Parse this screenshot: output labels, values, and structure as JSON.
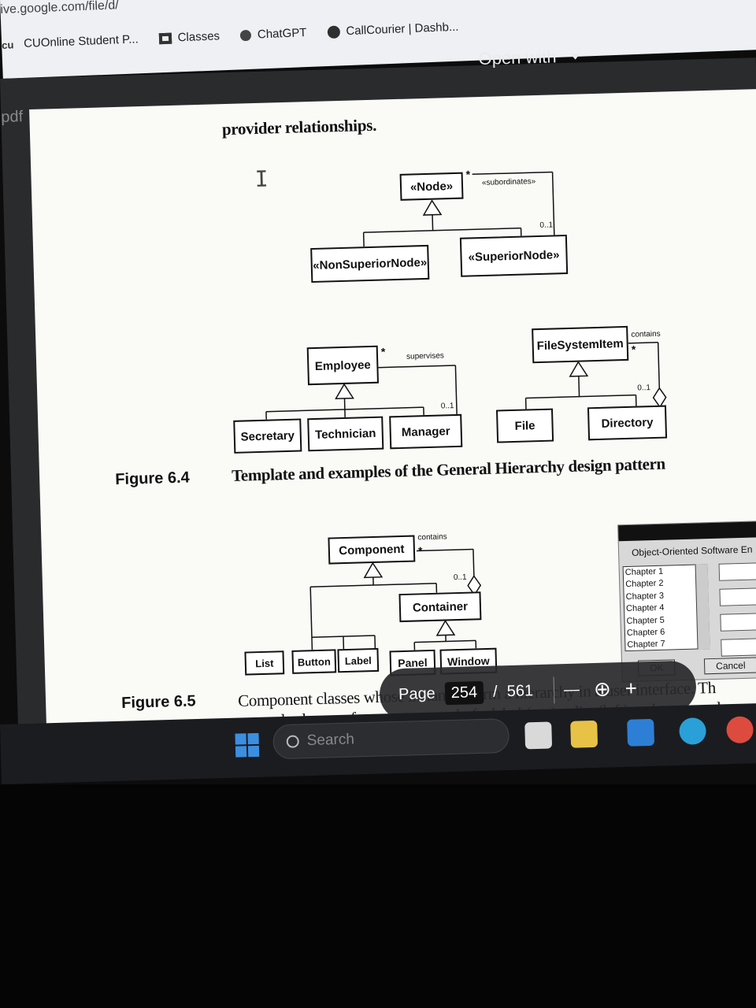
{
  "browser": {
    "url": "ive.google.com/file/d/",
    "bookmarks": [
      {
        "label": "CUOnline Student P...",
        "icon": "cu-logo-icon"
      },
      {
        "label": "Classes",
        "icon": "classroom-icon"
      },
      {
        "label": "ChatGPT",
        "icon": "chatgpt-icon"
      },
      {
        "label": "CallCourier | Dashb...",
        "icon": "globe-icon"
      }
    ]
  },
  "viewer": {
    "file_ext": "pdf",
    "open_with": "Open with"
  },
  "document": {
    "intro_line": "provider relationships.",
    "fig64": {
      "template": {
        "node": "«Node»",
        "subordinates": "«subordinates»",
        "mult_star": "*",
        "mult_01": "0..1",
        "non_superior": "«NonSuperiorNode»",
        "superior": "«SuperiorNode»"
      },
      "employee_example": {
        "employee": "Employee",
        "supervises": "supervises",
        "mult_star": "*",
        "mult_01": "0..1",
        "secretary": "Secretary",
        "technician": "Technician",
        "manager": "Manager"
      },
      "filesystem_example": {
        "item": "FileSystemItem",
        "contains": "contains",
        "mult_star": "*",
        "mult_01": "0..1",
        "file": "File",
        "directory": "Directory"
      },
      "number": "Figure 6.4",
      "caption": "Template and examples of the General Hierarchy design pattern"
    },
    "fig65": {
      "component": "Component",
      "contains": "contains",
      "mult_star": "*",
      "mult_01": "0..1",
      "container": "Container",
      "list": "List",
      "button": "Button",
      "label": "Label",
      "panel": "Panel",
      "window": "Window",
      "dialog": {
        "title": "Object-Oriented Software En",
        "chapters": [
          "Chapter 1",
          "Chapter 2",
          "Chapter 3",
          "Chapter 4",
          "Chapter 5",
          "Chapter 6",
          "Chapter 7"
        ],
        "ok": "OK",
        "cancel": "Cancel"
      },
      "number": "Figure 6.5",
      "caption_line1": "Component classes whose instances form a hierarchy in a user interface. Th",
      "caption_line2": "example shows a frame, composed of a label (top), a list (left) and two panel"
    }
  },
  "pager": {
    "label": "Page",
    "current": "254",
    "separator": "/",
    "total": "561",
    "zoom_out": "—",
    "zoom_in": "+"
  },
  "taskbar": {
    "search_placeholder": "Search"
  }
}
